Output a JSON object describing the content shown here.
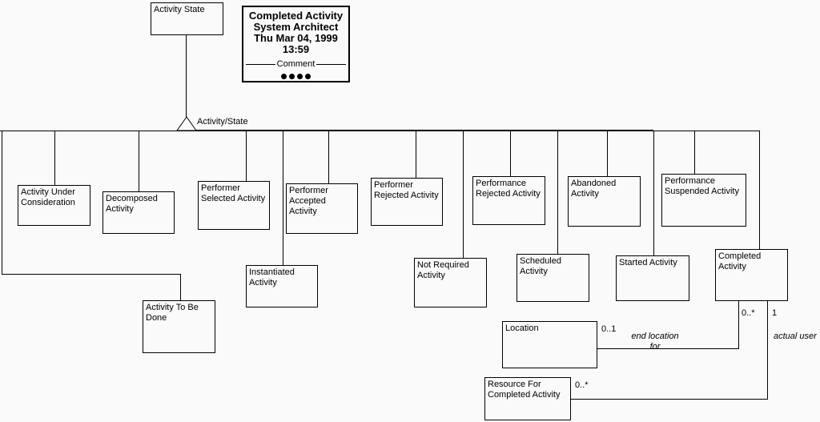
{
  "title_box": {
    "project": "Completed Activity",
    "tool": "System Architect",
    "date": "Thu Mar 04, 1999",
    "time": "13:59",
    "separator_label": "Comment"
  },
  "root_label": "Activity State",
  "triangle_label": "Activity/State",
  "nodes": {
    "activity_under_consideration": "Activity Under\nConsideration",
    "decomposed_activity": "Decomposed\nActivity",
    "performer_selected_activity": "Performer\nSelected Activity",
    "performer_accepted_activity": "Performer\nAccepted Activity",
    "performer_rejected_activity": "Performer\nRejected Activity",
    "performance_rejected_activity": "Performance\nRejected Activity",
    "abandoned_activity": "Abandoned\nActivity",
    "performance_suspended_activity": "Performance\nSuspended Activity",
    "instantiated_activity": "Instantiated\nActivity",
    "not_required_activity": "Not Required\nActivity",
    "scheduled_activity": "Scheduled\nActivity",
    "started_activity": "Started Activity",
    "completed_activity": "Completed\nActivity",
    "activity_to_be_done": "Activity To Be\nDone",
    "location": "Location",
    "resource_for_completed_activity": "Resource For\nCompleted Activity"
  },
  "relationships": {
    "end_location": {
      "label": "end location\nfor",
      "completed_multiplicity": "0..*",
      "location_multiplicity": "0..1"
    },
    "actual_user": {
      "label": "actual user",
      "completed_multiplicity": "1",
      "resource_multiplicity": "0..*"
    }
  },
  "colors": {
    "background": "#fafafa",
    "line": "#000000",
    "text": "#000000"
  }
}
